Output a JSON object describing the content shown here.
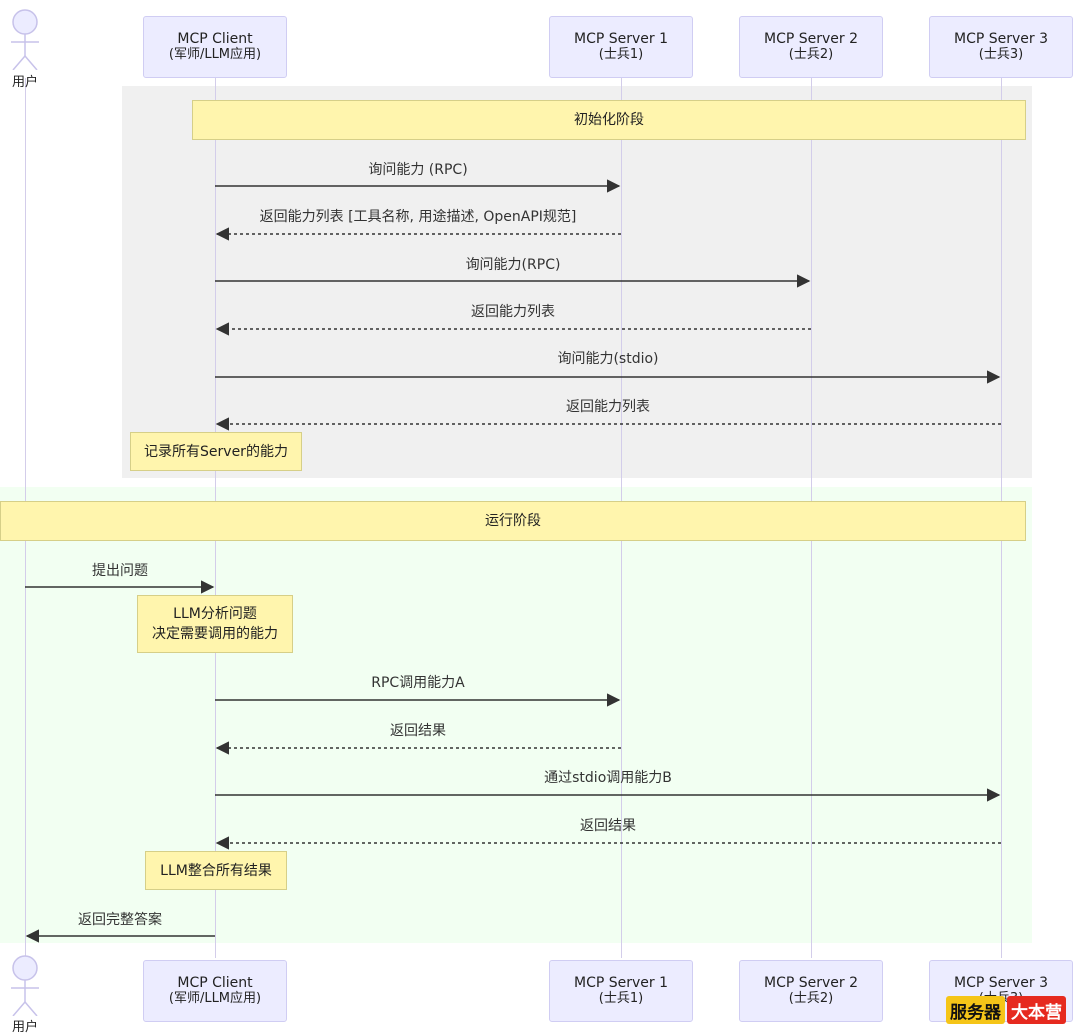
{
  "participants": {
    "user": {
      "label": "用户"
    },
    "client": {
      "line1": "MCP Client",
      "line2": "(军师/LLM应用)"
    },
    "server1": {
      "line1": "MCP Server 1",
      "line2": "(士兵1)"
    },
    "server2": {
      "line1": "MCP Server 2",
      "line2": "(士兵2)"
    },
    "server3": {
      "line1": "MCP Server 3",
      "line2": "(士兵3)"
    }
  },
  "phases": {
    "init": {
      "title": "初始化阶段"
    },
    "run": {
      "title": "运行阶段"
    }
  },
  "messages": [
    {
      "label": "询问能力 (RPC)",
      "from": "client",
      "to": "server1",
      "style": "solid"
    },
    {
      "label": "返回能力列表 [工具名称, 用途描述, OpenAPI规范]",
      "from": "server1",
      "to": "client",
      "style": "dashed"
    },
    {
      "label": "询问能力(RPC)",
      "from": "client",
      "to": "server2",
      "style": "solid"
    },
    {
      "label": "返回能力列表",
      "from": "server2",
      "to": "client",
      "style": "dashed"
    },
    {
      "label": "询问能力(stdio)",
      "from": "client",
      "to": "server3",
      "style": "solid"
    },
    {
      "label": "返回能力列表",
      "from": "server3",
      "to": "client",
      "style": "dashed"
    },
    {
      "label": "提出问题",
      "from": "user",
      "to": "client",
      "style": "solid"
    },
    {
      "label": "RPC调用能力A",
      "from": "client",
      "to": "server1",
      "style": "solid"
    },
    {
      "label": "返回结果",
      "from": "server1",
      "to": "client",
      "style": "dashed"
    },
    {
      "label": "通过stdio调用能力B",
      "from": "client",
      "to": "server3",
      "style": "solid"
    },
    {
      "label": "返回结果",
      "from": "server3",
      "to": "client",
      "style": "dashed"
    },
    {
      "label": "返回完整答案",
      "from": "client",
      "to": "user",
      "style": "solid"
    }
  ],
  "notes": {
    "record": "记录所有Server的能力",
    "analyze_line1": "LLM分析问题",
    "analyze_line2": "决定需要调用的能力",
    "integrate": "LLM整合所有结果"
  },
  "watermark": {
    "part1": "服务器",
    "part2": "大本营"
  },
  "colors": {
    "actor_fill": "#ECECFF",
    "note_fill": "#fff5ad",
    "init_bg": "#f0f0f0",
    "run_bg": "#f2fff2",
    "arrow": "#333333"
  }
}
